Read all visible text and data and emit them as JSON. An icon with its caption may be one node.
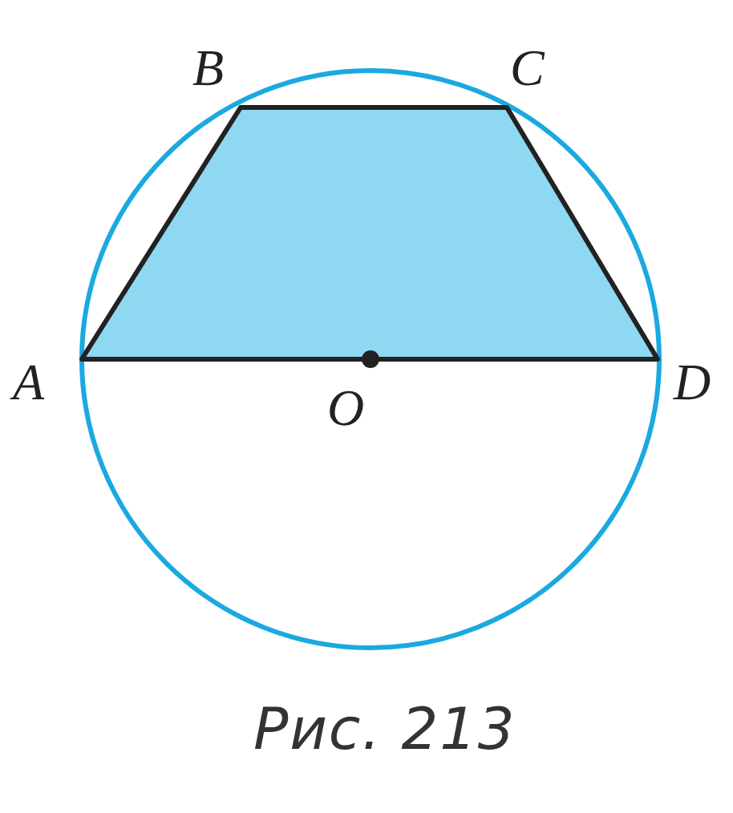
{
  "diagram": {
    "caption": "Рис. 213",
    "labels": [
      "B",
      "C",
      "A",
      "O",
      "D"
    ]
  }
}
